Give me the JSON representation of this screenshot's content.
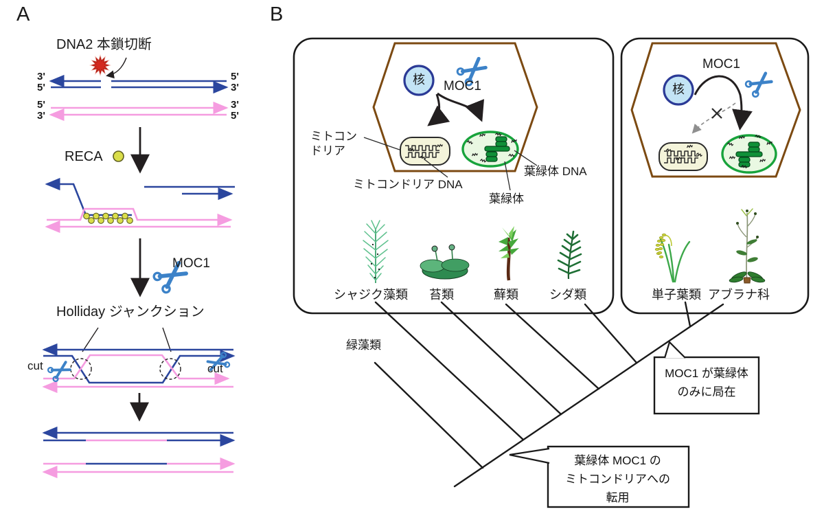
{
  "panel_a": {
    "label": "A",
    "dsb_label": "DNA2 本鎖切断",
    "reca_label": "RECA",
    "moc1_label": "MOC1",
    "holliday_label": "Holliday ジャンクション",
    "cut_label": "cut",
    "ends": {
      "tl_top": "3'",
      "tl_bot": "5'",
      "tr_top": "5'",
      "tr_bot": "3'",
      "bl_top": "5'",
      "bl_bot": "3'",
      "br_top": "3'",
      "br_bot": "5'"
    }
  },
  "panel_b": {
    "label": "B",
    "left_cell": {
      "nucleus": "核",
      "moc1": "MOC1",
      "mito_label_line1": "ミトコン",
      "mito_label_line2": "ドリア",
      "mito_dna_label": "ミトコンドリア DNA",
      "chloroplast_dna_label": "葉緑体 DNA",
      "chloroplast_label": "葉緑体"
    },
    "right_cell": {
      "nucleus": "核",
      "moc1": "MOC1"
    },
    "plants": [
      {
        "label": "シャジク藻類"
      },
      {
        "label": "苔類"
      },
      {
        "label": "蘚類"
      },
      {
        "label": "シダ類"
      },
      {
        "label": "単子葉類"
      },
      {
        "label": "アブラナ科"
      }
    ],
    "green_algae_label": "緑藻類",
    "callout_chloroplast_only": {
      "line1": "MOC1 が葉緑体",
      "line2": "のみに局在"
    },
    "callout_repurposing": {
      "line1": "葉緑体 MOC1 の",
      "line2": "ミトコンドリアへの",
      "line3": "転用"
    }
  },
  "colors": {
    "dna_blue": "#2b469e",
    "dna_pink": "#f59ce0",
    "scissors_blue": "#3c82c8",
    "reca_yellow": "#dade4a",
    "break_red": "#d3281e",
    "nucleus_fill": "#c3e4f5",
    "nucleus_border": "#2b3a96",
    "cell_border": "#7c4a12",
    "chloroplast_border": "#18a33c",
    "chloroplast_fill": "#e9f8e2",
    "grana_green": "#0f9038",
    "mitochondrion_fill": "#f4f4da"
  }
}
